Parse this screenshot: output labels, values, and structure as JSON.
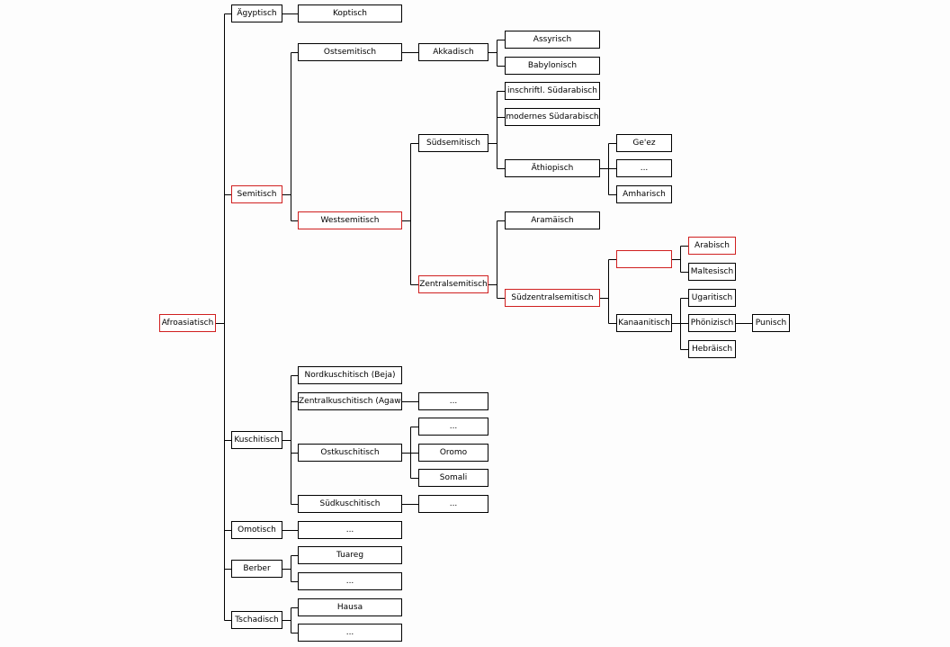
{
  "colors": {
    "line": "#000000",
    "highlight": "#d02020",
    "box_border": "#000000"
  },
  "nodes": {
    "afroasiatisch": {
      "label": "Afroasiatisch",
      "highlight": true
    },
    "aegyptisch": {
      "label": "Ägyptisch"
    },
    "koptisch": {
      "label": "Koptisch"
    },
    "semitisch": {
      "label": "Semitisch",
      "highlight": true
    },
    "ostsemitisch": {
      "label": "Ostsemitisch"
    },
    "akkadisch": {
      "label": "Akkadisch"
    },
    "assyrisch": {
      "label": "Assyrisch"
    },
    "babylonisch": {
      "label": "Babylonisch"
    },
    "westsemitisch": {
      "label": "Westsemitisch",
      "highlight": true
    },
    "suedsemitisch": {
      "label": "Südsemitisch"
    },
    "inschriftl_suedarabisch": {
      "label": "inschriftl. Südarabisch"
    },
    "modernes_suedarabisch": {
      "label": "modernes Südarabisch"
    },
    "aethiopisch": {
      "label": "Äthiopisch"
    },
    "geez": {
      "label": "Ge'ez"
    },
    "aethiopisch_more": {
      "label": "..."
    },
    "amharisch": {
      "label": "Amharisch"
    },
    "zentralsemitisch": {
      "label": "Zentralsemitisch",
      "highlight": true
    },
    "aramaeisch": {
      "label": "Aramäisch"
    },
    "suedzentralsemitisch": {
      "label": "Südzentralsemitisch",
      "highlight": true
    },
    "arabisch_group": {
      "label": "",
      "highlight": true
    },
    "arabisch": {
      "label": "Arabisch",
      "highlight": true
    },
    "maltesisch": {
      "label": "Maltesisch"
    },
    "kanaanitisch": {
      "label": "Kanaanitisch"
    },
    "ugaritisch": {
      "label": "Ugaritisch"
    },
    "phoenizisch": {
      "label": "Phönizisch"
    },
    "punisch": {
      "label": "Punisch"
    },
    "hebraeisch": {
      "label": "Hebräisch"
    },
    "kuschitisch": {
      "label": "Kuschitisch"
    },
    "nordkuschitisch": {
      "label": "Nordkuschitisch (Beja)"
    },
    "zentralkuschitisch": {
      "label": "Zentralkuschitisch (Agaw)"
    },
    "zentralkuschitisch_more": {
      "label": "..."
    },
    "ostkuschitisch": {
      "label": "Ostkuschitisch"
    },
    "ostkuschitisch_more": {
      "label": "..."
    },
    "oromo": {
      "label": "Oromo"
    },
    "somali": {
      "label": "Somali"
    },
    "suedkuschitisch": {
      "label": "Südkuschitisch"
    },
    "suedkuschitisch_more": {
      "label": "..."
    },
    "omotisch": {
      "label": "Omotisch"
    },
    "omotisch_more": {
      "label": "..."
    },
    "berber": {
      "label": "Berber"
    },
    "tuareg": {
      "label": "Tuareg"
    },
    "berber_more": {
      "label": "..."
    },
    "tschadisch": {
      "label": "Tschadisch"
    },
    "hausa": {
      "label": "Hausa"
    },
    "tschadisch_more": {
      "label": "..."
    }
  },
  "tree": [
    [
      "afroasiatisch",
      [
        "aegyptisch",
        "semitisch",
        "kuschitisch",
        "omotisch",
        "berber",
        "tschadisch"
      ]
    ],
    [
      "aegyptisch",
      [
        "koptisch"
      ]
    ],
    [
      "semitisch",
      [
        "ostsemitisch",
        "westsemitisch"
      ]
    ],
    [
      "ostsemitisch",
      [
        "akkadisch"
      ]
    ],
    [
      "akkadisch",
      [
        "assyrisch",
        "babylonisch"
      ]
    ],
    [
      "westsemitisch",
      [
        "suedsemitisch",
        "zentralsemitisch"
      ]
    ],
    [
      "suedsemitisch",
      [
        "inschriftl_suedarabisch",
        "modernes_suedarabisch",
        "aethiopisch"
      ]
    ],
    [
      "aethiopisch",
      [
        "geez",
        "aethiopisch_more",
        "amharisch"
      ]
    ],
    [
      "zentralsemitisch",
      [
        "aramaeisch",
        "suedzentralsemitisch"
      ]
    ],
    [
      "suedzentralsemitisch",
      [
        "arabisch_group",
        "kanaanitisch"
      ]
    ],
    [
      "arabisch_group",
      [
        "arabisch",
        "maltesisch"
      ]
    ],
    [
      "kanaanitisch",
      [
        "ugaritisch",
        "phoenizisch",
        "hebraeisch"
      ]
    ],
    [
      "phoenizisch",
      [
        "punisch"
      ]
    ],
    [
      "kuschitisch",
      [
        "nordkuschitisch",
        "zentralkuschitisch",
        "ostkuschitisch",
        "suedkuschitisch"
      ]
    ],
    [
      "zentralkuschitisch",
      [
        "zentralkuschitisch_more"
      ]
    ],
    [
      "ostkuschitisch",
      [
        "ostkuschitisch_more",
        "oromo",
        "somali"
      ]
    ],
    [
      "suedkuschitisch",
      [
        "suedkuschitisch_more"
      ]
    ],
    [
      "omotisch",
      [
        "omotisch_more"
      ]
    ],
    [
      "berber",
      [
        "tuareg",
        "berber_more"
      ]
    ],
    [
      "tschadisch",
      [
        "hausa",
        "tschadisch_more"
      ]
    ]
  ]
}
